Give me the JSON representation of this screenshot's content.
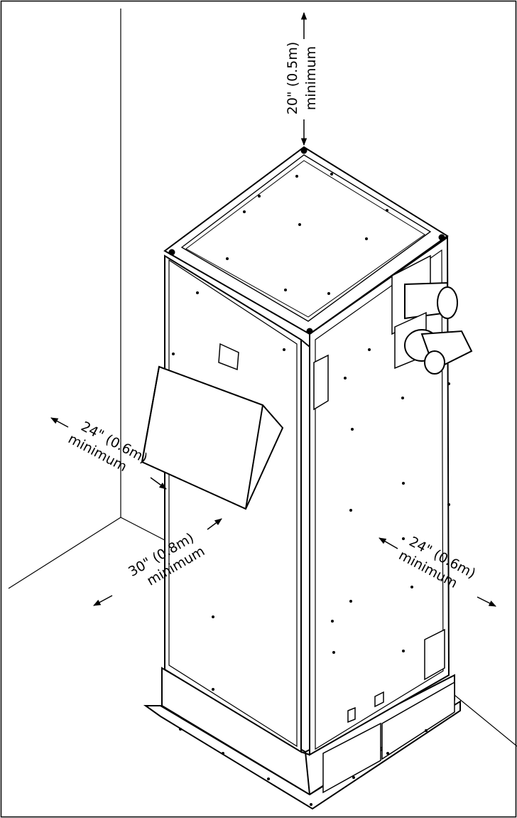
{
  "diagram": {
    "clearance_top": {
      "value": "20\" (0.5m)",
      "caption": "minimum"
    },
    "clearance_left": {
      "value": "24\" (0.6m)",
      "caption": "minimum"
    },
    "clearance_front": {
      "value": "30\" (0.8m)",
      "caption": "minimum"
    },
    "clearance_right": {
      "value": "24\" (0.6m)",
      "caption": "minimum"
    }
  },
  "colors": {
    "line": "#000000",
    "background": "#ffffff"
  }
}
